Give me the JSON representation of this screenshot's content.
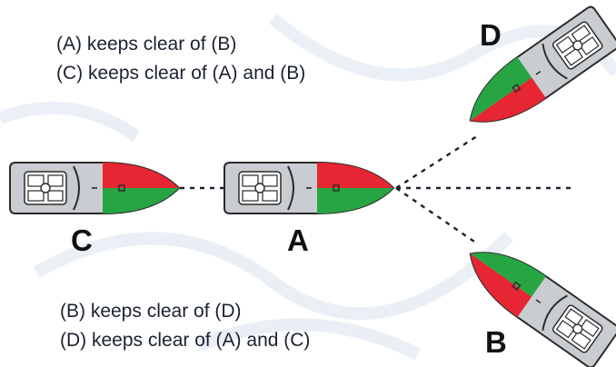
{
  "rules_top": [
    "(A) keeps clear of (B)",
    "(C) keeps clear of (A) and (B)"
  ],
  "rules_bottom": [
    "(B) keeps clear of (D)",
    "(D) keeps clear of (A) and (C)"
  ],
  "boats": {
    "a": "A",
    "b": "B",
    "c": "C",
    "d": "D"
  },
  "colors": {
    "background_tint": "#e6ecf5",
    "port_red": "#e62632",
    "starboard_green": "#27a543",
    "hull_gray": "#c9ccd0",
    "deck_white": "#ffffff",
    "outline": "#2a2a2a",
    "text": "#1b2230"
  }
}
